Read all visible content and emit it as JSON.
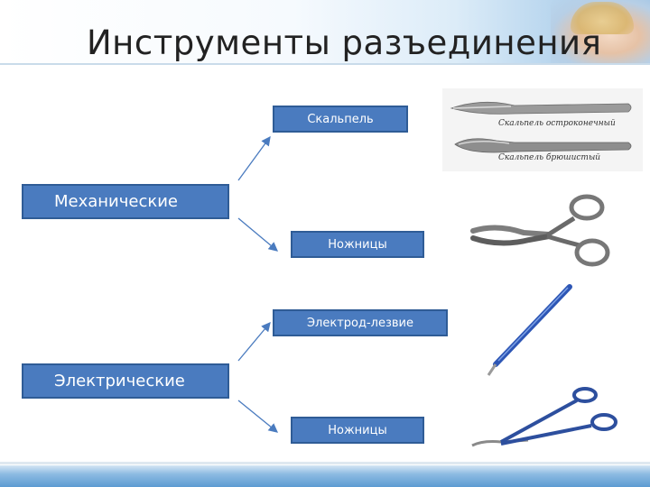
{
  "title": "Инструменты разъединения",
  "categories": {
    "mechanical": "Механические",
    "electrical": "Электрические"
  },
  "instruments": {
    "scalpel": "Скальпель",
    "scissors_mech": "Ножницы",
    "electrode_blade": "Электрод-лезвие",
    "scissors_elec": "Ножницы"
  },
  "photo_captions": {
    "pointed_scalpel": "Скальпель остроконечный",
    "bellied_scalpel": "Скальпель брюшистый"
  },
  "colors": {
    "box_fill": "#4a7bbf",
    "box_border": "#2f5c96",
    "arrow": "#4a7bbf"
  }
}
